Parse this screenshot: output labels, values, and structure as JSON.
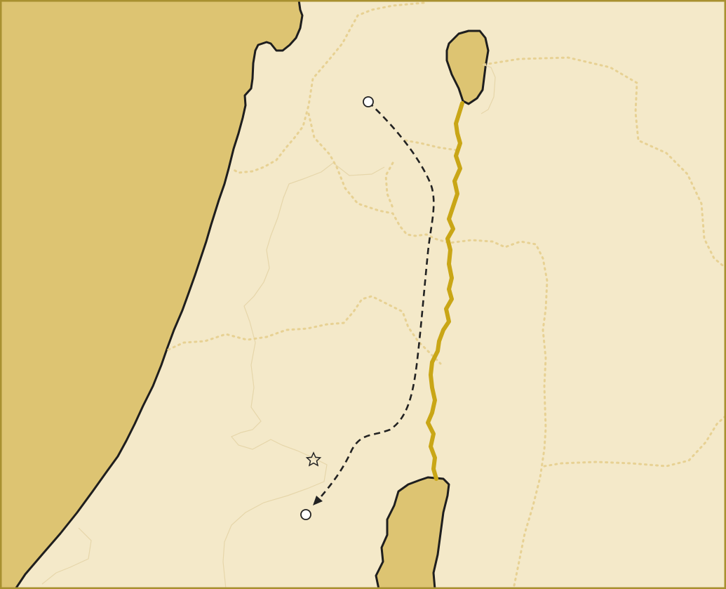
{
  "map": {
    "labels": [],
    "colors": {
      "land": "#f4e9c9",
      "water": "#ddc472",
      "frame": "#a89030",
      "coast": "#1e1e1e",
      "river": "#c9a616",
      "border": "#e7d193",
      "route": "#222222",
      "terrain": "#e6d6aa"
    },
    "markers": [
      {
        "kind": "circle",
        "name": "route-start"
      },
      {
        "kind": "circle",
        "name": "route-end"
      },
      {
        "kind": "star",
        "name": "star"
      }
    ]
  }
}
